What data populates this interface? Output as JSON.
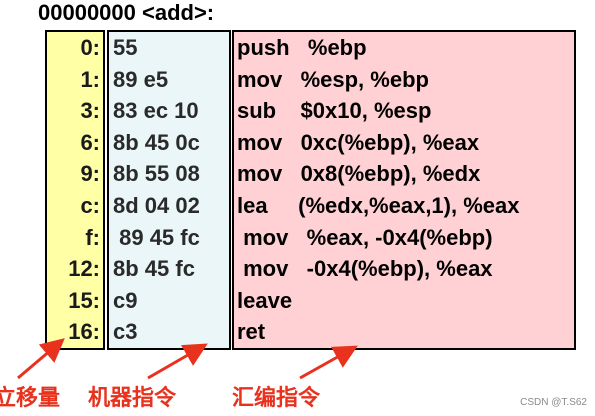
{
  "title": "00000000 <add>:",
  "rows": [
    {
      "offset": "0:",
      "machine": "55",
      "asm": "push   %ebp"
    },
    {
      "offset": "1:",
      "machine": "89 e5",
      "asm": "mov   %esp, %ebp"
    },
    {
      "offset": "3:",
      "machine": "83 ec 10",
      "asm": "sub    $0x10, %esp"
    },
    {
      "offset": "6:",
      "machine": "8b 45 0c",
      "asm": "mov   0xc(%ebp), %eax"
    },
    {
      "offset": "9:",
      "machine": "8b 55 08",
      "asm": "mov   0x8(%ebp), %edx"
    },
    {
      "offset": "c:",
      "machine": "8d 04 02",
      "asm": "lea     (%edx,%eax,1), %eax"
    },
    {
      "offset": "f:",
      "machine": " 89 45 fc",
      "asm": " mov   %eax, -0x4(%ebp)"
    },
    {
      "offset": "12:",
      "machine": "8b 45 fc",
      "asm": " mov   -0x4(%ebp), %eax"
    },
    {
      "offset": "15:",
      "machine": "c9",
      "asm": "leave"
    },
    {
      "offset": "16:",
      "machine": "c3",
      "asm": "ret"
    }
  ],
  "labels": {
    "offset": "立移量",
    "machine": "机器指令",
    "assembly": "汇编指令"
  },
  "watermark": "CSDN @T.S62",
  "colors": {
    "offset_bg": "#ffffa6",
    "machine_bg": "#eaf6f8",
    "assembly_bg": "#ffd0d4",
    "annotation": "#e8321e"
  }
}
